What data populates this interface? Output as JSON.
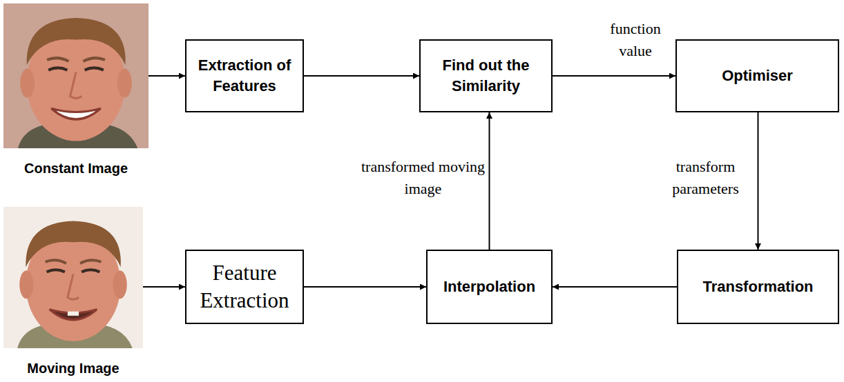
{
  "diagram": {
    "nodes": [
      {
        "text": [
          "Constant Image"
        ]
      },
      {
        "text": [
          "Extraction of Features"
        ]
      },
      {
        "text": [
          "Find out the Similarity"
        ]
      },
      {
        "text": [
          "Optimiser"
        ]
      },
      {
        "text": [
          "Moving Image"
        ]
      },
      {
        "text": [
          "Feature Extraction"
        ]
      },
      {
        "text": [
          "Interpolation"
        ]
      },
      {
        "text": [
          "Transformation"
        ]
      }
    ],
    "edges": [
      {
        "from": 0,
        "to": 1,
        "arrow": "to"
      },
      {
        "from": 1,
        "to": 2,
        "arrow": "to"
      },
      {
        "from": 2,
        "to": 3,
        "label": "function value",
        "arrow": "to"
      },
      {
        "from": 3,
        "to": 7,
        "label": "transform parameters",
        "arrow": "to"
      },
      {
        "from": 4,
        "to": 5,
        "arrow": "to"
      },
      {
        "from": 5,
        "to": 6,
        "arrow": "to"
      },
      {
        "from": 7,
        "to": 6,
        "arrow": "to"
      },
      {
        "from": 6,
        "to": 2,
        "label": "transformed moving image",
        "arrow": "to"
      }
    ]
  }
}
